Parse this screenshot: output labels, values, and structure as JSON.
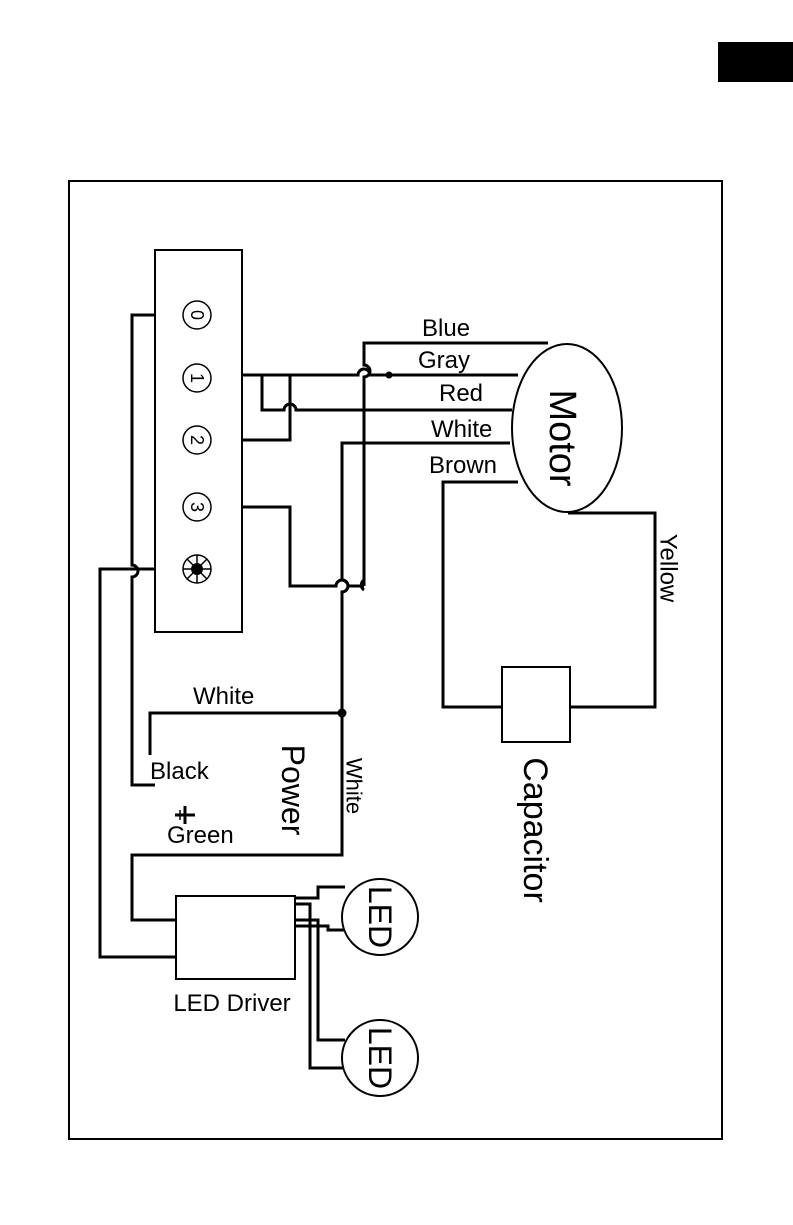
{
  "corner_tab_color": "#000000",
  "switch": {
    "positions": [
      "0",
      "1",
      "2",
      "3"
    ],
    "light_symbol_icon": "light-bulb-icon"
  },
  "wires": {
    "blue": "Blue",
    "gray": "Gray",
    "red": "Red",
    "white_motor": "White",
    "brown": "Brown",
    "yellow": "Yellow",
    "white_power": "White",
    "white_vertical": "White",
    "black": "Black",
    "green": "Green"
  },
  "components": {
    "motor": "Motor",
    "capacitor": "Capacitor",
    "power": "Power",
    "led_driver": "LED Driver",
    "led_1": "LED",
    "led_2": "LED"
  },
  "ground_icon": "ground-icon"
}
